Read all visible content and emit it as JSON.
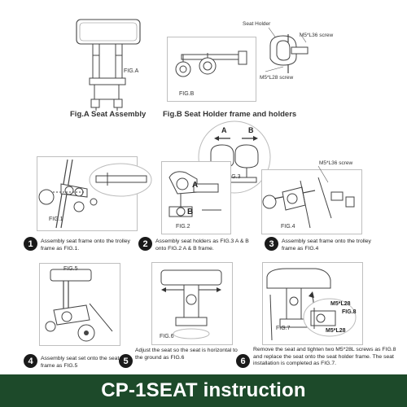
{
  "top": {
    "fig_a_label": "FIG.A",
    "fig_a_caption": "Fig.A Seat Assembly",
    "fig_b_label": "FIG.B",
    "fig_b_caption": "Fig.B Seat  Holder frame and holders",
    "seat_holder_label": "Seat Holder",
    "m5l36_label": "M5*L36 screw",
    "m5l28_label": "M5*L28 screw"
  },
  "middle": {
    "fig3_label": "FIG.3",
    "arrow_a": "A",
    "arrow_b": "B",
    "fig1_label": "FIG.1",
    "fig2_label": "FIG.2",
    "fig2_a": "A",
    "fig2_b": "B",
    "fig4_label": "FIG.4",
    "fig4_screw": "M5*L36 screw"
  },
  "steps_row1": [
    {
      "num": "1",
      "text": "Assembly seat frame onto the trolley frame as FIG.1."
    },
    {
      "num": "2",
      "text": "Assembly seat holders as FIG.3 A & B onto FIG.2 A & B frame."
    },
    {
      "num": "3",
      "text": "Assembly seat frame onto the trolley frame as FIG.4"
    }
  ],
  "lower": {
    "fig5_label": "FIG.5",
    "fig6_label": "FIG.6",
    "fig7_label": "FIG.7",
    "fig8_label": "FIG.8",
    "m5l28_top": "M5*L28",
    "m5l28_bottom": "M5*L28"
  },
  "steps_row2": [
    {
      "num": "4",
      "text": "Assembly seat set onto the seat frame as FIG.5"
    },
    {
      "num": "5",
      "text": "Adjust the seat so the seat is horizontal to the ground as FIG.6"
    },
    {
      "num": "6",
      "text": "Remove the seat and tighten two M5*28L screws as FIG.8 and replace the seat onto the seat holder frame. The seat installation is completed as FIG.7."
    }
  ],
  "footer": {
    "title": "CP-1SEAT instruction"
  },
  "colors": {
    "footer_bg": "#1d4a2a",
    "step_circle": "#1a1a1a"
  }
}
